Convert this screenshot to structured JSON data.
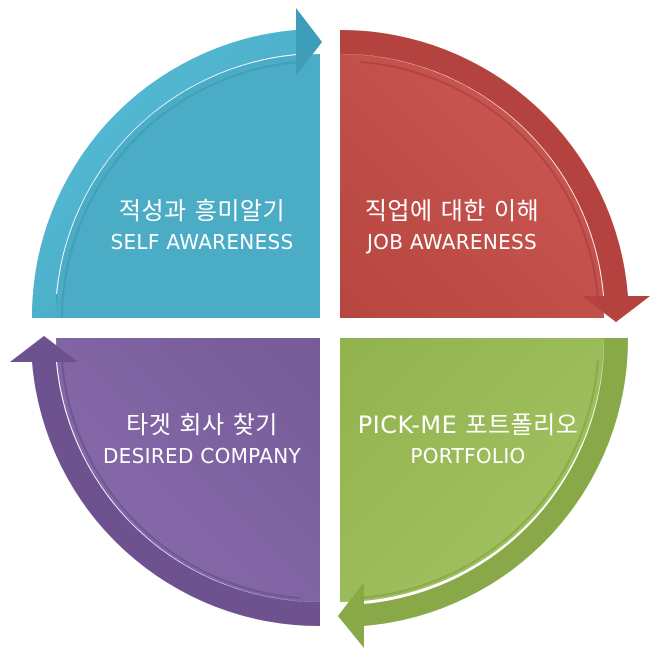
{
  "quadrants": {
    "top_left": {
      "title_ko": "적성과 흥미알기",
      "title_en": "SELF AWARENESS",
      "color": "#4BACC6",
      "edge": "#2E8AA5"
    },
    "top_right": {
      "title_ko": "직업에 대한 이해",
      "title_en": "JOB AWARENESS",
      "color": "#C0504D",
      "edge": "#9C3431"
    },
    "bottom_right": {
      "title_ko": "PICK-ME 포트폴리오",
      "title_en": "PORTFOLIO",
      "color": "#9BBB59",
      "edge": "#79963A"
    },
    "bottom_left": {
      "title_ko": "타겟 회사 찾기",
      "title_en": "DESIRED COMPANY",
      "color": "#8064A2",
      "edge": "#5F4780"
    }
  }
}
